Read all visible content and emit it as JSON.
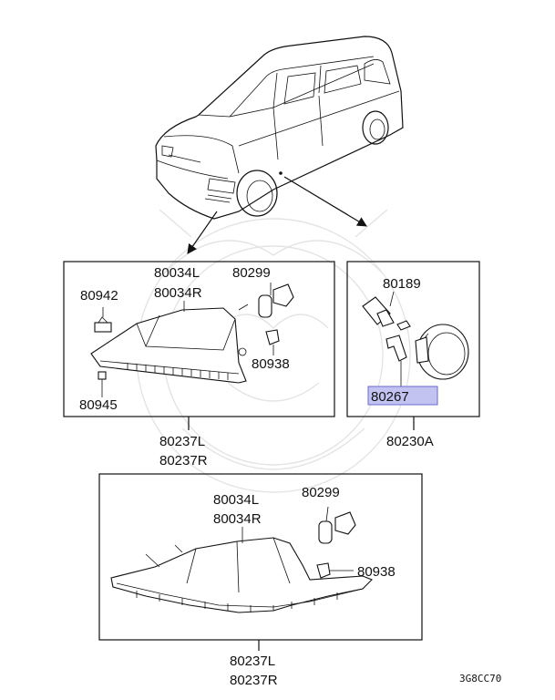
{
  "labels": {
    "upper_left": {
      "housing_l": "80034L",
      "housing_r": "80034R",
      "bulb": "80299",
      "clip": "80942",
      "socket": "80938",
      "screw": "80945",
      "assy_l": "80237L",
      "assy_r": "80237R"
    },
    "upper_right": {
      "bulb": "80189",
      "highlighted": "80267",
      "assy": "80230A"
    },
    "lower": {
      "housing_l": "80034L",
      "housing_r": "80034R",
      "bulb": "80299",
      "socket": "80938",
      "assy_l": "80237L",
      "assy_r": "80237R"
    },
    "diagram_code": "3G8CC70"
  },
  "colors": {
    "highlight_fill": "#c3c3f2",
    "highlight_stroke": "#6a6ad0",
    "line": "#111111",
    "watermark": "#e4e4e4"
  }
}
